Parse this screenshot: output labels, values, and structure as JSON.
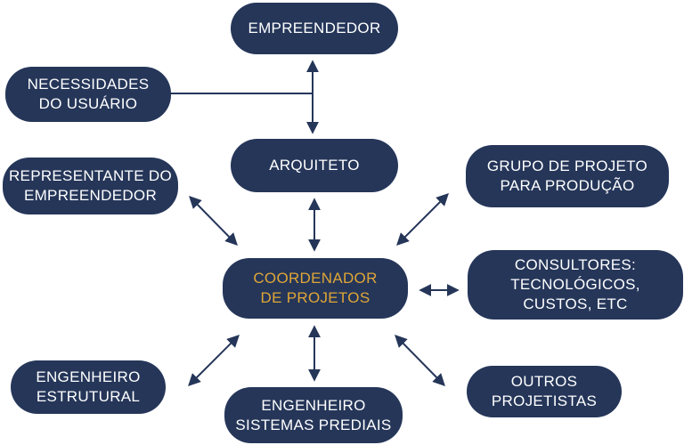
{
  "nodes": {
    "empreendedor": [
      "EMPREENDEDOR"
    ],
    "necessidades": [
      "NECESSIDADES",
      "DO USUÁRIO"
    ],
    "arquiteto": [
      "ARQUITETO"
    ],
    "representante": [
      "REPRESENTANTE DO",
      "EMPREENDEDOR"
    ],
    "grupo": [
      "GRUPO DE PROJETO",
      "PARA PRODUÇÃO"
    ],
    "coordenador": [
      "COORDENADOR",
      "DE PROJETOS"
    ],
    "consultores": [
      "CONSULTORES:",
      "TECNOLÓGICOS,",
      "CUSTOS, ETC"
    ],
    "estrutural": [
      "ENGENHEIRO",
      "ESTRUTURAL"
    ],
    "sistemas": [
      "ENGENHEIRO",
      "SISTEMAS PREDIAIS"
    ],
    "outros": [
      "OUTROS",
      "PROJETISTAS"
    ]
  },
  "colors": {
    "node_fill": "#253659",
    "node_text": "#ffffff",
    "highlight_text": "#e0a637",
    "connector": "#253659"
  }
}
